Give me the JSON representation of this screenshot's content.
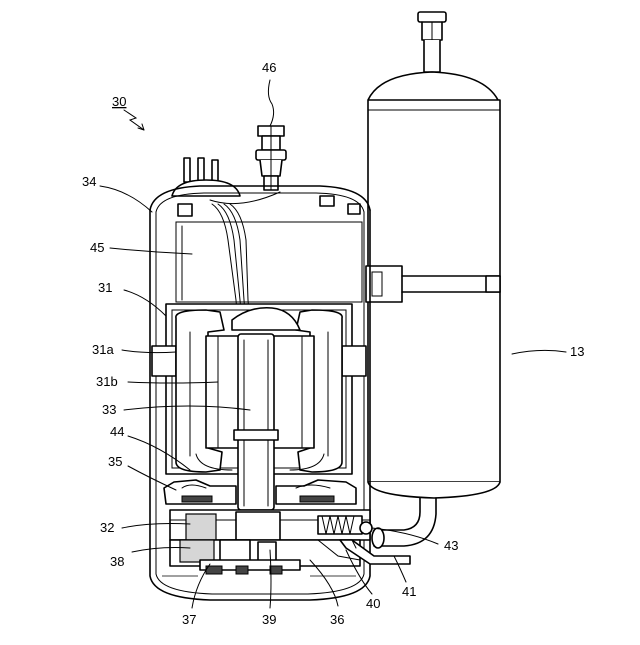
{
  "diagram": {
    "reference_label": "30",
    "labels": {
      "l46": "46",
      "l34": "34",
      "l45": "45",
      "l31": "31",
      "l31a": "31a",
      "l31b": "31b",
      "l33": "33",
      "l44": "44",
      "l35": "35",
      "l32": "32",
      "l38": "38",
      "l37": "37",
      "l39": "39",
      "l36": "36",
      "l40": "40",
      "l41": "41",
      "l43": "43",
      "l13": "13"
    }
  }
}
